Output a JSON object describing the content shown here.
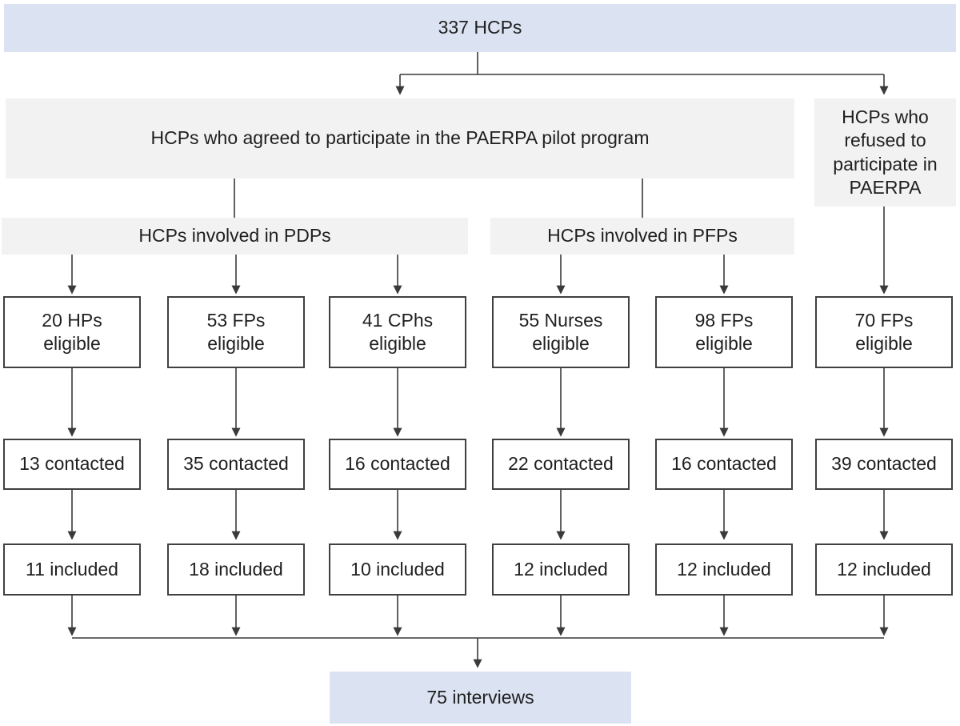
{
  "colors": {
    "highlight_fill": "#dbe3f3",
    "group_fill": "#f2f2f2",
    "node_fill": "#ffffff",
    "node_border": "#404040",
    "connector": "#3a3a3a",
    "text": "#1f1f1f",
    "background": "#ffffff"
  },
  "flowchart": {
    "total": "337 HCPs",
    "agreed": "HCPs who agreed to participate in the PAERPA pilot program",
    "refused": "HCPs who\nrefused to\nparticipate in\nPAERPA",
    "groups": {
      "pdp": "HCPs involved in PDPs",
      "pfp": "HCPs involved in PFPs"
    },
    "columns": [
      {
        "eligible": "20 HPs\neligible",
        "contacted": "13 contacted",
        "included": "11 included"
      },
      {
        "eligible": "53 FPs\neligible",
        "contacted": "35 contacted",
        "included": "18 included"
      },
      {
        "eligible": "41 CPhs\neligible",
        "contacted": "16 contacted",
        "included": "10 included"
      },
      {
        "eligible": "55 Nurses\neligible",
        "contacted": "22 contacted",
        "included": "12 included"
      },
      {
        "eligible": "98 FPs\neligible",
        "contacted": "16 contacted",
        "included": "12 included"
      },
      {
        "eligible": "70 FPs\neligible",
        "contacted": "39 contacted",
        "included": "12 included"
      }
    ],
    "result": "75 interviews"
  }
}
